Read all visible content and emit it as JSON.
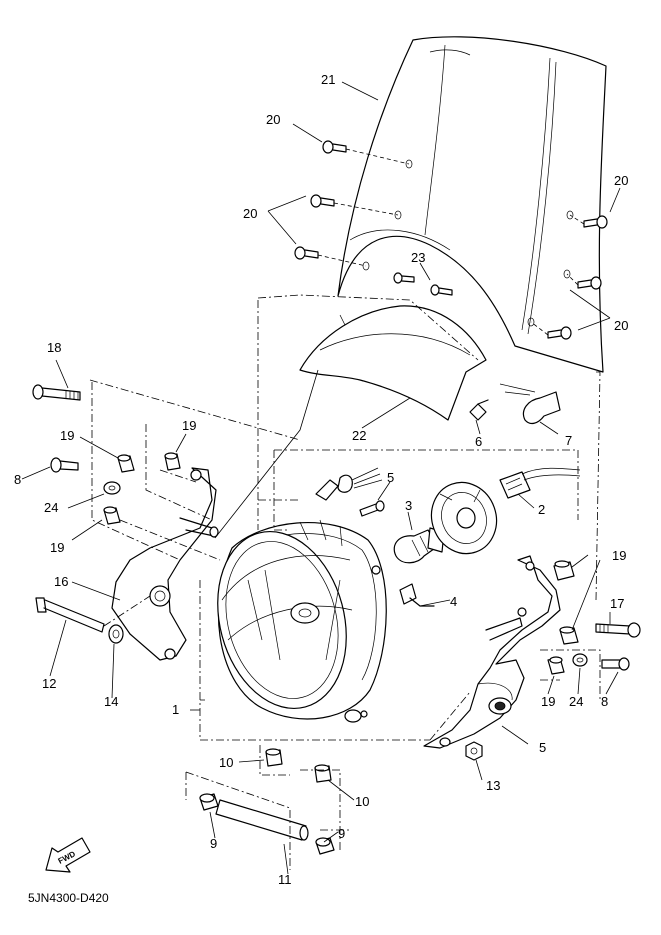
{
  "diagram_code": "5JN4300-D420",
  "fwd_label": "FWD",
  "callouts": {
    "c1": "1",
    "c2": "2",
    "c3": "3",
    "c4": "4",
    "c5a": "5",
    "c5b": "5",
    "c6": "6",
    "c7": "7",
    "c8a": "8",
    "c8b": "8",
    "c9a": "9",
    "c9b": "9",
    "c10a": "10",
    "c10b": "10",
    "c11": "11",
    "c12": "12",
    "c13": "13",
    "c14": "14",
    "c16": "16",
    "c17": "17",
    "c18": "18",
    "c19a": "19",
    "c19b": "19",
    "c19c": "19",
    "c19d": "19",
    "c19e": "19",
    "c20a": "20",
    "c20b": "20",
    "c20c": "20",
    "c20d": "20",
    "c21": "21",
    "c22": "22",
    "c23": "23",
    "c24a": "24",
    "c24b": "24"
  }
}
